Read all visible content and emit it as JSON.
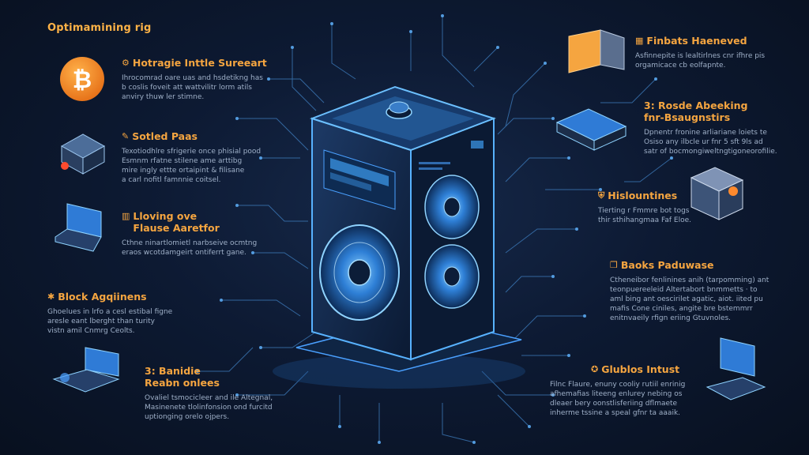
{
  "title": "Optimamining rig",
  "left_items": [
    {
      "icon": "settings-gear-icon",
      "title_lines": [
        "Hotragie Inttle Sureeart"
      ],
      "desc_lines": [
        "Ihrocomrad oare uas and hsdetikng has",
        "b coslis foveit att wattvilitr lorm atils",
        "anviry thuw ler stimne."
      ]
    },
    {
      "icon": "lightbulb-icon",
      "title_lines": [
        "Sotled Paas"
      ],
      "desc_lines": [
        "Texotiodhlre sfrigerie once phisial pood",
        "Esmnm rfatne stilene ame arttibg",
        "mire ingly ettte ortaipint & filisane",
        "a carl nofitl famnnie coitsel."
      ]
    },
    {
      "icon": "bar-chart-icon",
      "title_lines": [
        "Lloving ove",
        "Flause Aaretfor"
      ],
      "desc_lines": [
        "Cthne ninartlomietl narbseive ocmtng",
        "eraos wcotdamgeirt ontiferrt gane."
      ]
    },
    {
      "icon": "puzzle-icon",
      "title_lines": [
        "Block Agqiinens"
      ],
      "desc_lines": [
        "Ghoelues in lrfo a cesl estibal figne",
        "aresle eant lberght than turity",
        "vistn amil Cnmrg Ceolts."
      ]
    },
    {
      "icon": "",
      "title_lines": [
        "3: Banidie",
        "Reabn onlees"
      ],
      "desc_lines": [
        "Ovaliel tsmocicleer and ile Altegnal,",
        "Masinenete tlolinfonsion ond furcitd",
        "uptionging orelo ojpers."
      ]
    }
  ],
  "right_items": [
    {
      "icon": "database-icon",
      "title_lines": [
        "Finbats Haeneved"
      ],
      "desc_lines": [
        "Asfinnepite is lealtirlnes cnr ifhre pis",
        "orgamicace cb eolfapnte."
      ]
    },
    {
      "icon": "",
      "title_lines": [
        "3: Rosde Abeeking",
        "fnr-Bsaugnstirs"
      ],
      "desc_lines": [
        "Dpnentr fronine arliariane loiets te",
        "Osiso any ilbcle ur fnr 5 sft 9ls ad",
        "satr of bocmongiweltngtigoneorofilie."
      ]
    },
    {
      "icon": "shield-icon",
      "title_lines": [
        "Hislountines"
      ],
      "desc_lines": [
        "Tierting r Fmmre bot togs",
        "thir sthihangmaa Faf Eloe."
      ]
    },
    {
      "icon": "layers-icon",
      "title_lines": [
        "Baoks Paduwase"
      ],
      "desc_lines": [
        "Ctheneibor fenlinines anih (tarpomming) ant",
        "teonpuereeleid Altertabort bnmmetts · to",
        "aml bing ant oescirilet agatic, aiot. iited pu",
        "mafis Cone ciniles, angite bre bstemmrr",
        "enitnvaeily rfign eriing Gtuvnoles."
      ]
    },
    {
      "icon": "bulb-icon",
      "title_lines": [
        "Glublos Intust"
      ],
      "desc_lines": [
        "Filnc Flaure, enuny cooliy rutiil enrinig",
        "afhemafias liteeng enlurey nebing os",
        "dleaer bery oonstlisferiing dflmaete",
        "inherme tssine a speal gfnr ta aaaik."
      ]
    }
  ]
}
